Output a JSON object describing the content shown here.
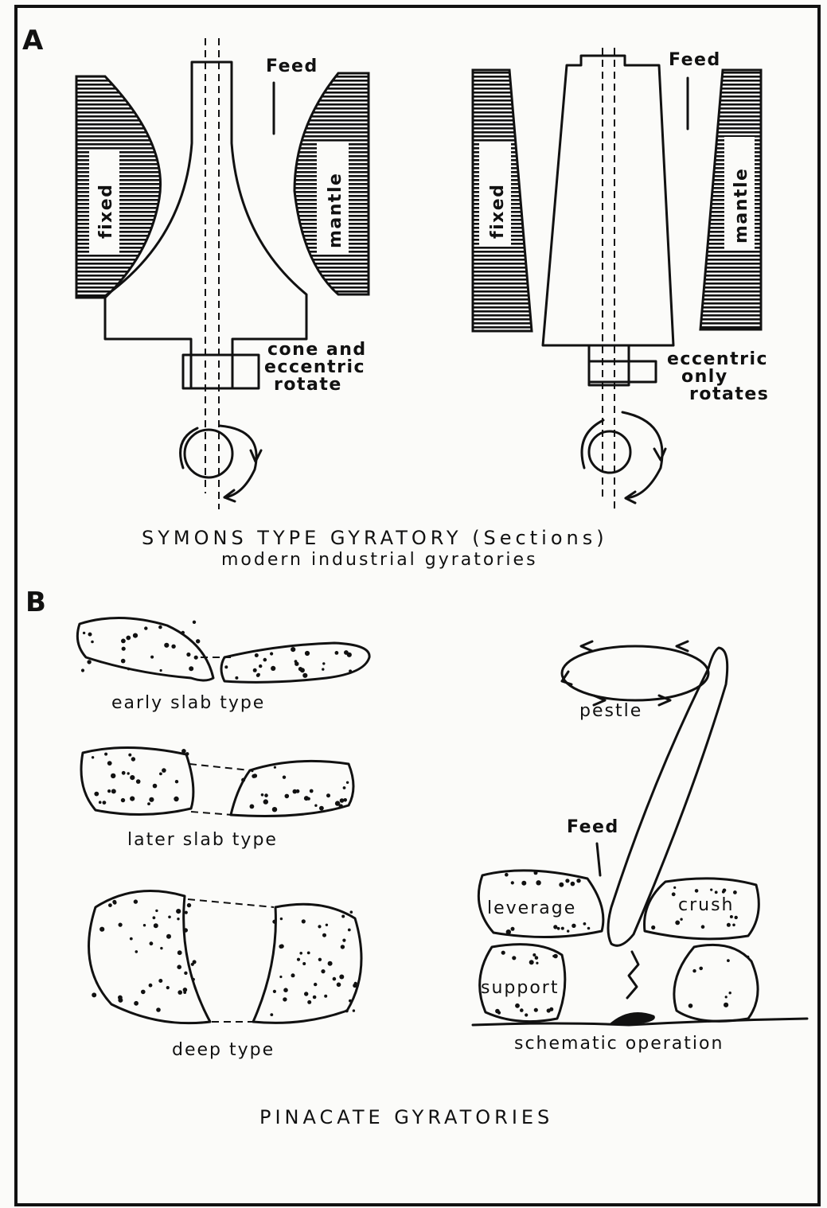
{
  "panel_a": {
    "letter": "A",
    "left": {
      "feed": "Feed",
      "fixed": "fixed",
      "mantle": "mantle",
      "note": [
        "cone and",
        "eccentric",
        "rotate"
      ]
    },
    "right": {
      "feed": "Feed",
      "fixed": "fixed",
      "mantle": "mantle",
      "note": [
        "eccentric",
        "only",
        "rotates"
      ]
    },
    "caption": "SYMONS TYPE GYRATORY (Sections)",
    "subcaption": "modern industrial gyratories"
  },
  "panel_b": {
    "letter": "B",
    "types": {
      "early": "early slab type",
      "later": "later slab type",
      "deep": "deep type"
    },
    "operation": {
      "pestle": "pestle",
      "feed": "Feed",
      "leverage": "leverage",
      "crush": "crush",
      "support": "support",
      "caption": "schematic operation"
    },
    "caption": "PINACATE GYRATORIES"
  },
  "colors": {
    "ink": "#111111",
    "paper": "#fbfbf9"
  }
}
